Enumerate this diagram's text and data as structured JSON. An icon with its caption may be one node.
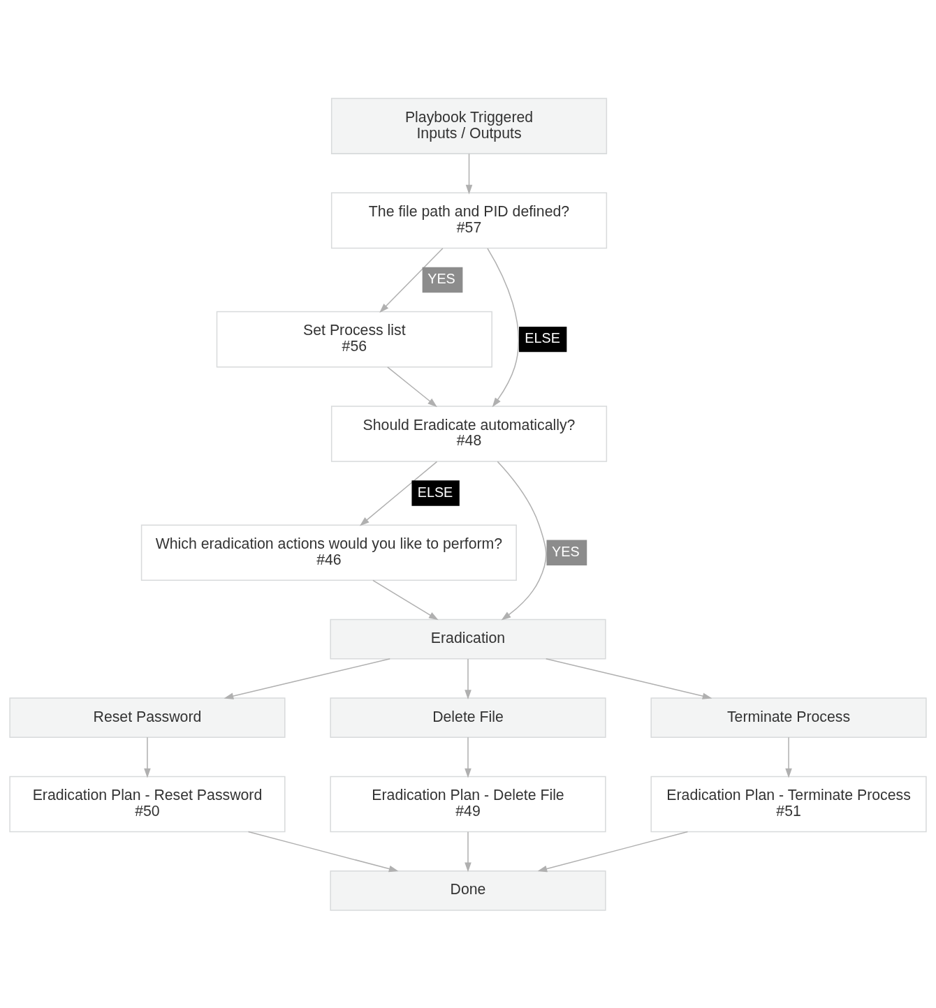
{
  "diagram": {
    "nodes": [
      {
        "text": [
          "Playbook Triggered",
          "Inputs / Outputs"
        ]
      },
      {
        "text": [
          "The file path and PID defined?",
          "#57"
        ]
      },
      {
        "text": [
          "Set Process list",
          "#56"
        ]
      },
      {
        "text": [
          "Should Eradicate automatically?",
          "#48"
        ]
      },
      {
        "text": [
          "Which eradication actions would you like to perform?",
          "#46"
        ]
      },
      {
        "text": [
          "Eradication"
        ]
      },
      {
        "text": [
          "Reset Password"
        ]
      },
      {
        "text": [
          "Delete File"
        ]
      },
      {
        "text": [
          "Terminate Process"
        ]
      },
      {
        "text": [
          "Eradication Plan - Reset Password",
          "#50"
        ]
      },
      {
        "text": [
          "Eradication Plan - Delete File",
          "#49"
        ]
      },
      {
        "text": [
          "Eradication Plan - Terminate Process",
          "#51"
        ]
      },
      {
        "text": [
          "Done"
        ]
      }
    ],
    "edges": [
      {
        "from": 0,
        "to": 1,
        "arrow": "to"
      },
      {
        "from": 1,
        "to": 2,
        "arrow": "to",
        "label": "YES"
      },
      {
        "from": 1,
        "to": 3,
        "arrow": "to",
        "label": "ELSE"
      },
      {
        "from": 2,
        "to": 3,
        "arrow": "to"
      },
      {
        "from": 3,
        "to": 4,
        "arrow": "to",
        "label": "ELSE"
      },
      {
        "from": 3,
        "to": 5,
        "arrow": "to",
        "label": "YES"
      },
      {
        "from": 4,
        "to": 5,
        "arrow": "to"
      },
      {
        "from": 5,
        "to": 6,
        "arrow": "to"
      },
      {
        "from": 5,
        "to": 7,
        "arrow": "to"
      },
      {
        "from": 5,
        "to": 8,
        "arrow": "to"
      },
      {
        "from": 6,
        "to": 9,
        "arrow": "to"
      },
      {
        "from": 7,
        "to": 10,
        "arrow": "to"
      },
      {
        "from": 8,
        "to": 11,
        "arrow": "to"
      },
      {
        "from": 9,
        "to": 12,
        "arrow": "to"
      },
      {
        "from": 10,
        "to": 12,
        "arrow": "to"
      },
      {
        "from": 11,
        "to": 12,
        "arrow": "to"
      }
    ]
  }
}
